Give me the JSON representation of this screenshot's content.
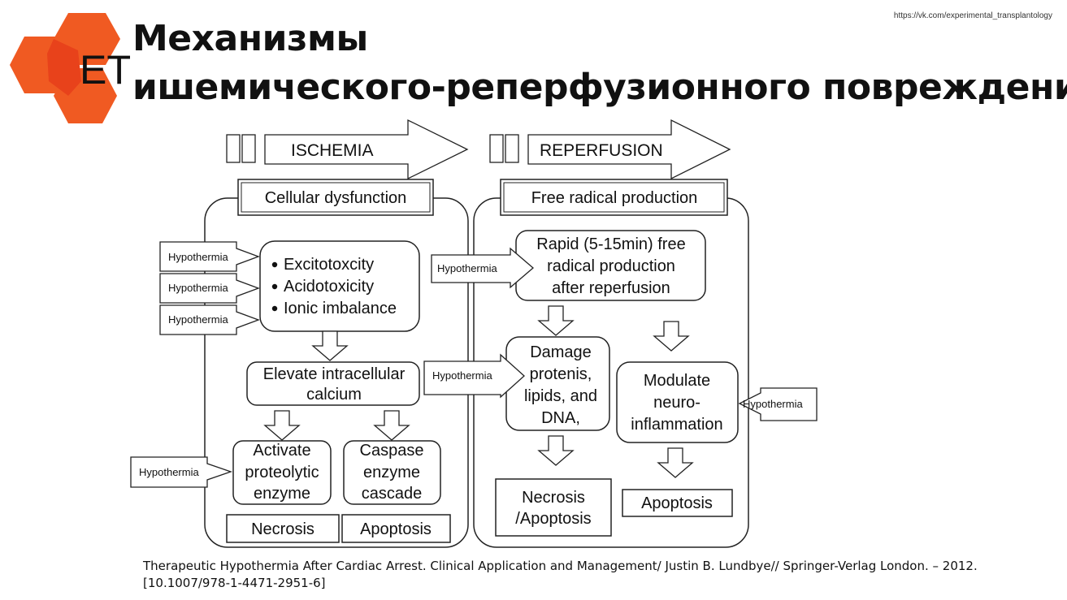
{
  "url": "https://vk.com/experimental_transplantology",
  "logo": {
    "letters": "ET",
    "color": "#f05a22"
  },
  "title": {
    "line1": "Механизмы",
    "line2": "ишемического-реперфузионного повреждения"
  },
  "diagram": {
    "ischemia_label": "ISCHEMIA",
    "reperfusion_label": "REPERFUSION",
    "left": {
      "header": "Cellular dysfunction",
      "bullets": [
        "Excitotoxcity",
        "Acidotoxicity",
        "Ionic imbalance"
      ],
      "calcium_line1": "Elevate intracellular",
      "calcium_line2": "calcium",
      "proteolytic": [
        "Activate",
        "proteolytic",
        "enzyme"
      ],
      "caspase": [
        "Caspase",
        "enzyme",
        "cascade"
      ],
      "necrosis": "Necrosis",
      "apoptosis": "Apoptosis"
    },
    "right": {
      "header": "Free radical production",
      "rapid": [
        "Rapid (5-15min) free",
        "radical production",
        "after reperfusion"
      ],
      "damage": [
        "Damage",
        "protenis,",
        "lipids, and",
        "DNA,"
      ],
      "modulate": [
        "Modulate",
        "neuro-",
        "inflammation"
      ],
      "necrosis_apoptosis": [
        "Necrosis",
        "/Apoptosis"
      ],
      "apoptosis": "Apoptosis"
    },
    "hypothermia_label": "Hypothermia"
  },
  "citation": {
    "line1": "Therapeutic Hypothermia After Cardiac Arrest. Clinical Application and Management/  Justin B. Lundbye//  Springer-Verlag  London. – 2012.",
    "line2": "[10.1007/978-1-4471-2951-6]"
  }
}
